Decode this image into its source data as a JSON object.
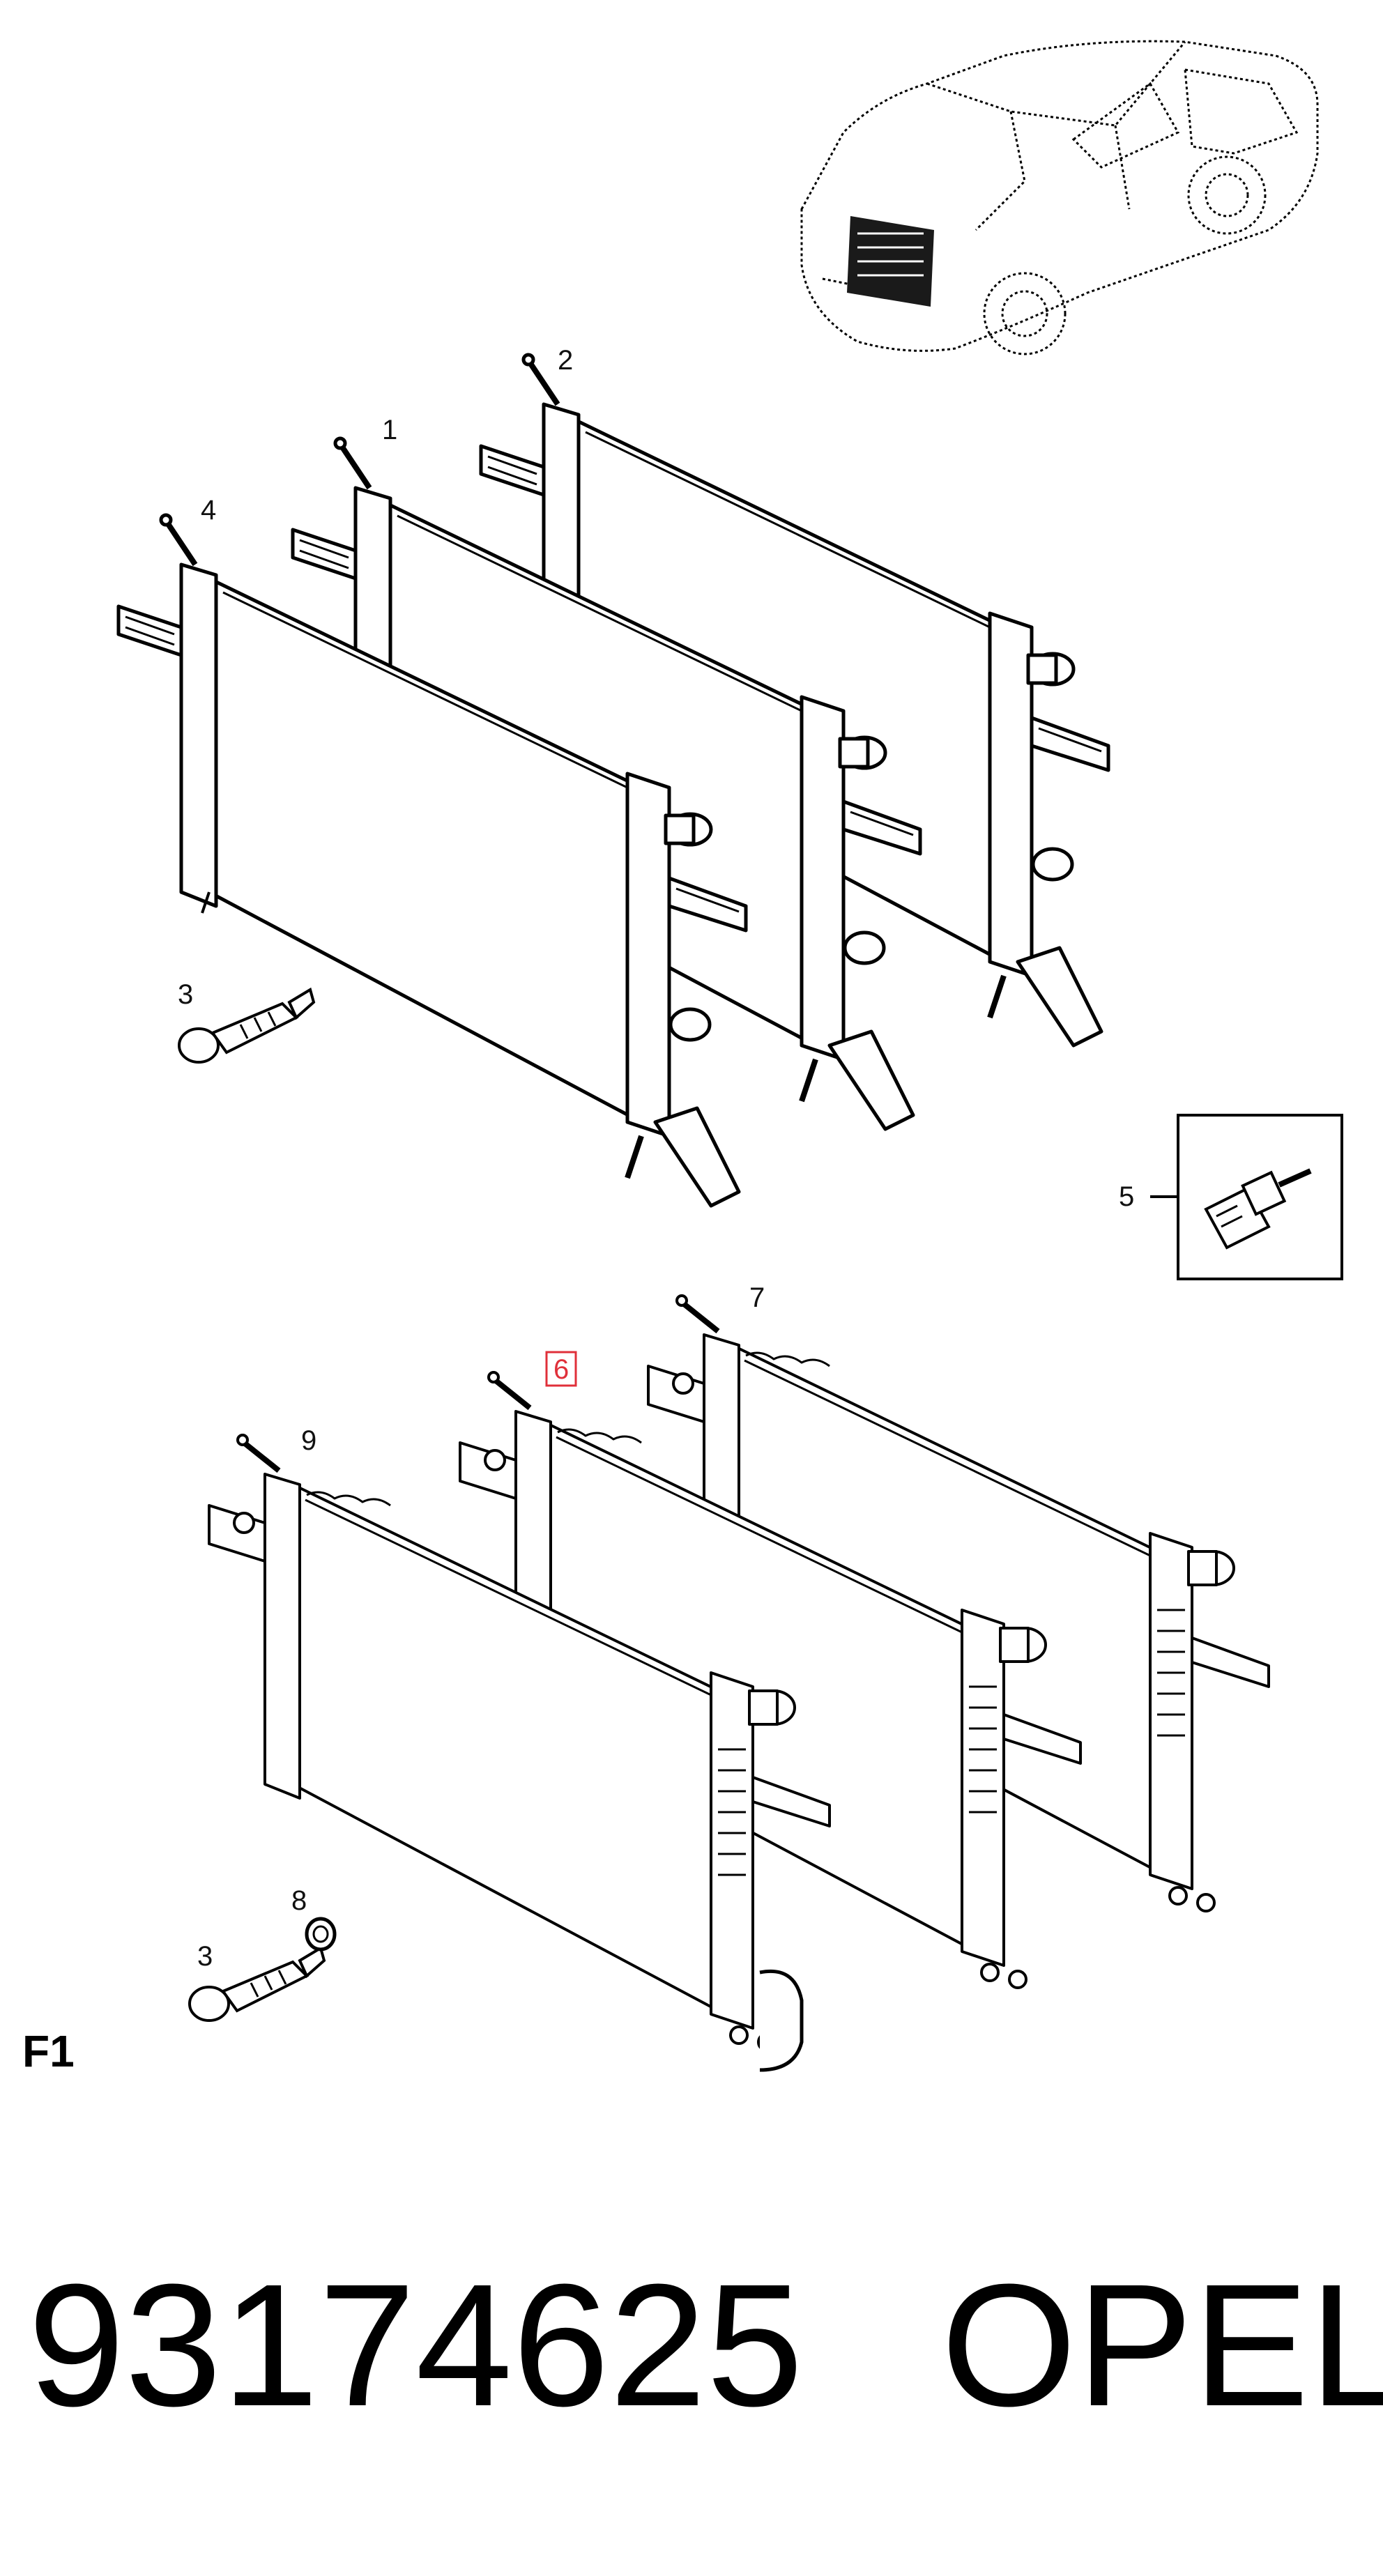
{
  "figure": {
    "label": "F1"
  },
  "callouts": {
    "c1": "1",
    "c2": "2",
    "c3a": "3",
    "c3b": "3",
    "c4": "4",
    "c5": "5",
    "c6": "6",
    "c7": "7",
    "c8": "8",
    "c9": "9"
  },
  "highlight": {
    "part": "6",
    "color": "#e0303a"
  },
  "footer": {
    "part_number": "93174625",
    "brand": "OPEL"
  }
}
